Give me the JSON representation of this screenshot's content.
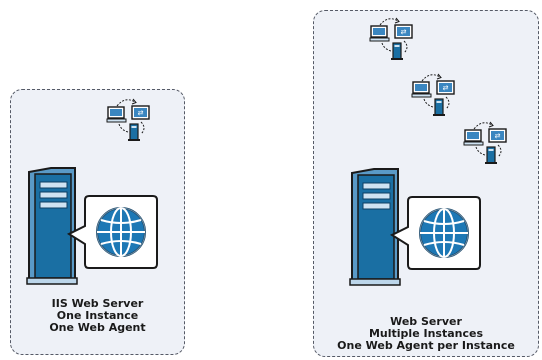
{
  "panels": {
    "left": {
      "caption_lines": [
        "IIS Web Server",
        "One Instance",
        "One Web Agent"
      ]
    },
    "right": {
      "caption_lines": [
        "Web Server",
        "Multiple Instances",
        "One Web Agent per Instance"
      ]
    }
  },
  "icons": {
    "server": "server-tower-icon",
    "globe": "globe-icon",
    "agent": "web-agent-icon"
  },
  "colors": {
    "panel_fill": "#eef1f7",
    "panel_border": "#555a66",
    "server_blue": "#1a6fa3",
    "globe_blue": "#1d78b5",
    "dark": "#1a1a1a"
  }
}
